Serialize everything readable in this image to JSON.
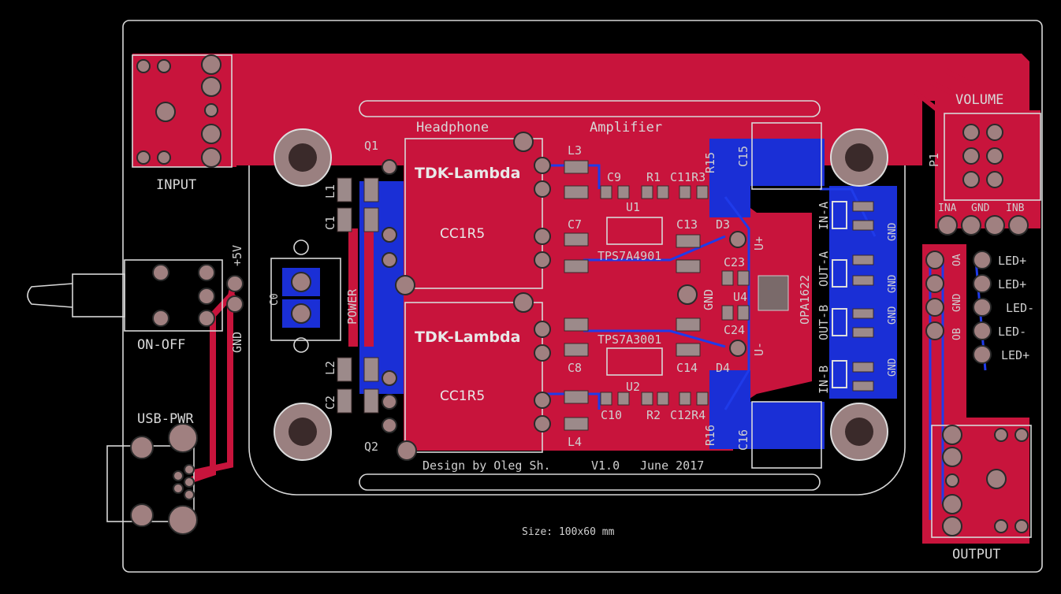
{
  "board": {
    "title": "Headphone",
    "subtitle": "Amplifier",
    "credit": "Design by Oleg Sh.",
    "version": "V1.0",
    "date": "June 2017",
    "size": "Size: 100x60 mm"
  },
  "connectors": {
    "input": "INPUT",
    "output": "OUTPUT",
    "volume": "VOLUME",
    "on_off": "ON-OFF",
    "usb": "USB-PWR",
    "plus5v": "+5V",
    "gnd_left": "GND",
    "p1": "P1",
    "ina": "INA",
    "gnd_p1": "GND",
    "inb": "INB",
    "oa": "OA",
    "ob": "OB",
    "gnd_out": "GND",
    "power": "POWER",
    "c0": "C0"
  },
  "modules": {
    "top_brand": "TDK-Lambda",
    "top_model": "CC1R5",
    "bottom_brand": "TDK-Lambda",
    "bottom_model": "CC1R5"
  },
  "components": {
    "q1": "Q1",
    "q2": "Q2",
    "l1": "L1",
    "l2": "L2",
    "c1": "C1",
    "c2": "C2",
    "l3": "L3",
    "l4": "L4",
    "c7": "C7",
    "c8": "C8",
    "c9": "C9",
    "c10": "C10",
    "r1": "R1",
    "r2": "R2",
    "c11r3": "C11R3",
    "c12r4": "C12R4",
    "c13": "C13",
    "c14": "C14",
    "u1": "U1",
    "u2": "U2",
    "reg1": "TPS7A4901",
    "reg2": "TPS7A3001",
    "d3": "D3",
    "d4": "D4",
    "r15": "R15",
    "r16": "R16",
    "c15": "C15",
    "c16": "C16",
    "c23": "C23",
    "c24": "C24",
    "u4": "U4",
    "opamp": "OPA1622",
    "gnd_mid": "GND",
    "u_plus": "U+",
    "u_minus": "U-",
    "in_a": "IN-A",
    "out_a": "OUT-A",
    "out_b": "OUT-B",
    "in_b": "IN-B",
    "gnd1": "GND",
    "gnd2": "GND",
    "gnd3": "GND",
    "gnd4": "GND",
    "led1": "LED+",
    "led2": "LED+",
    "led3": "LED-",
    "led4": "LED-",
    "led5": "LED+"
  },
  "colors": {
    "top_copper": "#c8143c",
    "bottom_copper": "#1a2fd6",
    "silkscreen": "#d8d8d8",
    "pad": "#9c8a8a",
    "background": "#000000"
  }
}
